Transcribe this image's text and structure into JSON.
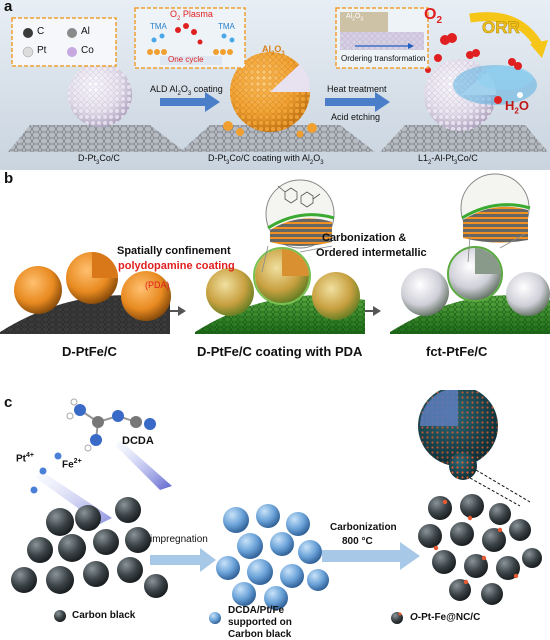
{
  "panel_a": {
    "letter": "a",
    "legend": [
      "C",
      "Al",
      "Pt",
      "Co"
    ],
    "inset1": {
      "title": "O",
      "title_sub": "2",
      "title_rest": " Plasma",
      "tma_left": "TMA",
      "tma_right": "TMA",
      "cycle": "One cycle"
    },
    "inset2": {
      "label": "Al",
      "label_sub": "2",
      "label_mid": "O",
      "label_sub2": "3",
      "caption": "Ordering transformation"
    },
    "sphere_label": {
      "main": "Al",
      "sub": "2",
      "mid": "O",
      "sub2": "3"
    },
    "arrow1": {
      "pre": "ALD Al",
      "sub": "2",
      "mid": "O",
      "sub2": "3",
      "post": " coating"
    },
    "arrow2": {
      "line1": "Heat treatment",
      "line2": "Acid etching"
    },
    "o2": {
      "main": "O",
      "sub": "2"
    },
    "orr": "ORR",
    "h2o": {
      "main": "H",
      "sub": "2",
      "post": "O"
    },
    "label1": {
      "pre": "D-Pt",
      "sub": "3",
      "post": "Co/C"
    },
    "label2": {
      "pre": "D-Pt",
      "sub": "3",
      "mid": "Co/C coating with Al",
      "sub2": "2",
      "mid2": "O",
      "sub3": "3"
    },
    "label3": {
      "pre": "L1",
      "sub": "2",
      "post": "-Al-Pt",
      "sub2": "3",
      "post2": "Co/C"
    }
  },
  "panel_b": {
    "letter": "b",
    "text1_line1": "Spatially confinement",
    "text1_line2": "polydopamine coating",
    "text1_line3": "(PDA)",
    "text2_line1": "Carbonization &",
    "text2_line2": "Ordered intermetallic",
    "label1": "D-PtFe/C",
    "label2": "D-PtFe/C coating with PDA",
    "label3": "fct-PtFe/C"
  },
  "panel_c": {
    "letter": "c",
    "dcda": "DCDA",
    "pt": {
      "main": "Pt",
      "sup": "4+"
    },
    "fe": {
      "main": "Fe",
      "sup": "2+"
    },
    "arrow1": "impregnation",
    "arrow2_line1": "Carbonization",
    "arrow2_line2": "800 °C",
    "legend1": "Carbon black",
    "legend2_line1": "DCDA/Pt/Fe",
    "legend2_line2": "supported on",
    "legend2_line3": "Carbon black",
    "legend3_pre": "O",
    "legend3_post": "-Pt-Fe@NC/C"
  },
  "colors": {
    "panel_a_bg": "#dde6ef",
    "orange": "#f0a030",
    "red": "#e02020",
    "blue_arrow": "#4a7ec8",
    "green": "#3a9a30",
    "carbon_black": "#3c4448",
    "blue_sphere": "#6aa2d8"
  }
}
